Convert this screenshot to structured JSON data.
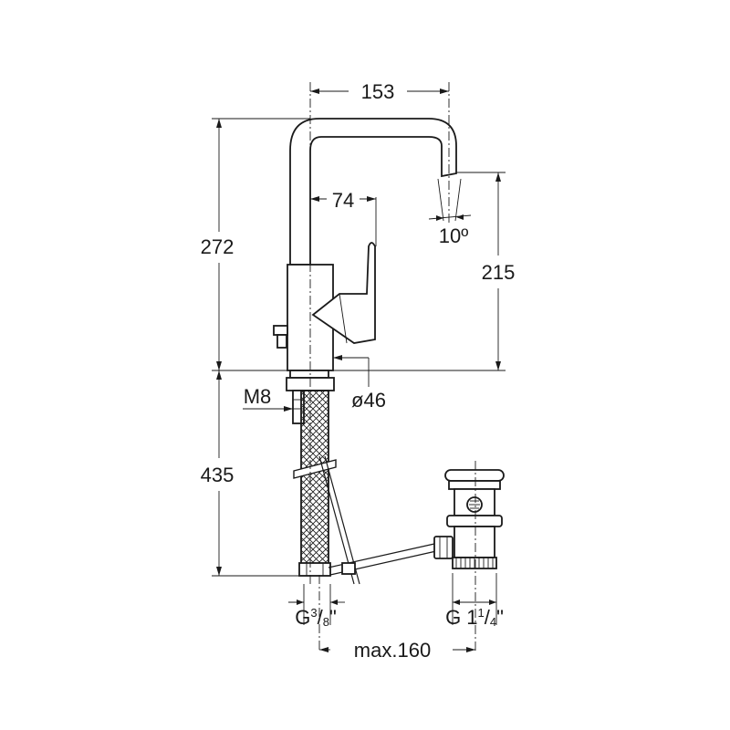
{
  "dimensions": {
    "spout_reach": "153",
    "total_height": "272",
    "handle_offset": "74",
    "spout_angle": "10º",
    "outlet_height": "215",
    "body_diameter": "ø46",
    "thread": "M8",
    "hose_length": "435",
    "hose_connection_prefix": "G",
    "hose_connection_num": "3",
    "hose_connection_den": "8",
    "hose_connection_suffix": "\"",
    "waste_thread_prefix": "G 1",
    "waste_thread_num": "1",
    "waste_thread_den": "4",
    "waste_thread_suffix": "\"",
    "max_distance": "max.160"
  }
}
